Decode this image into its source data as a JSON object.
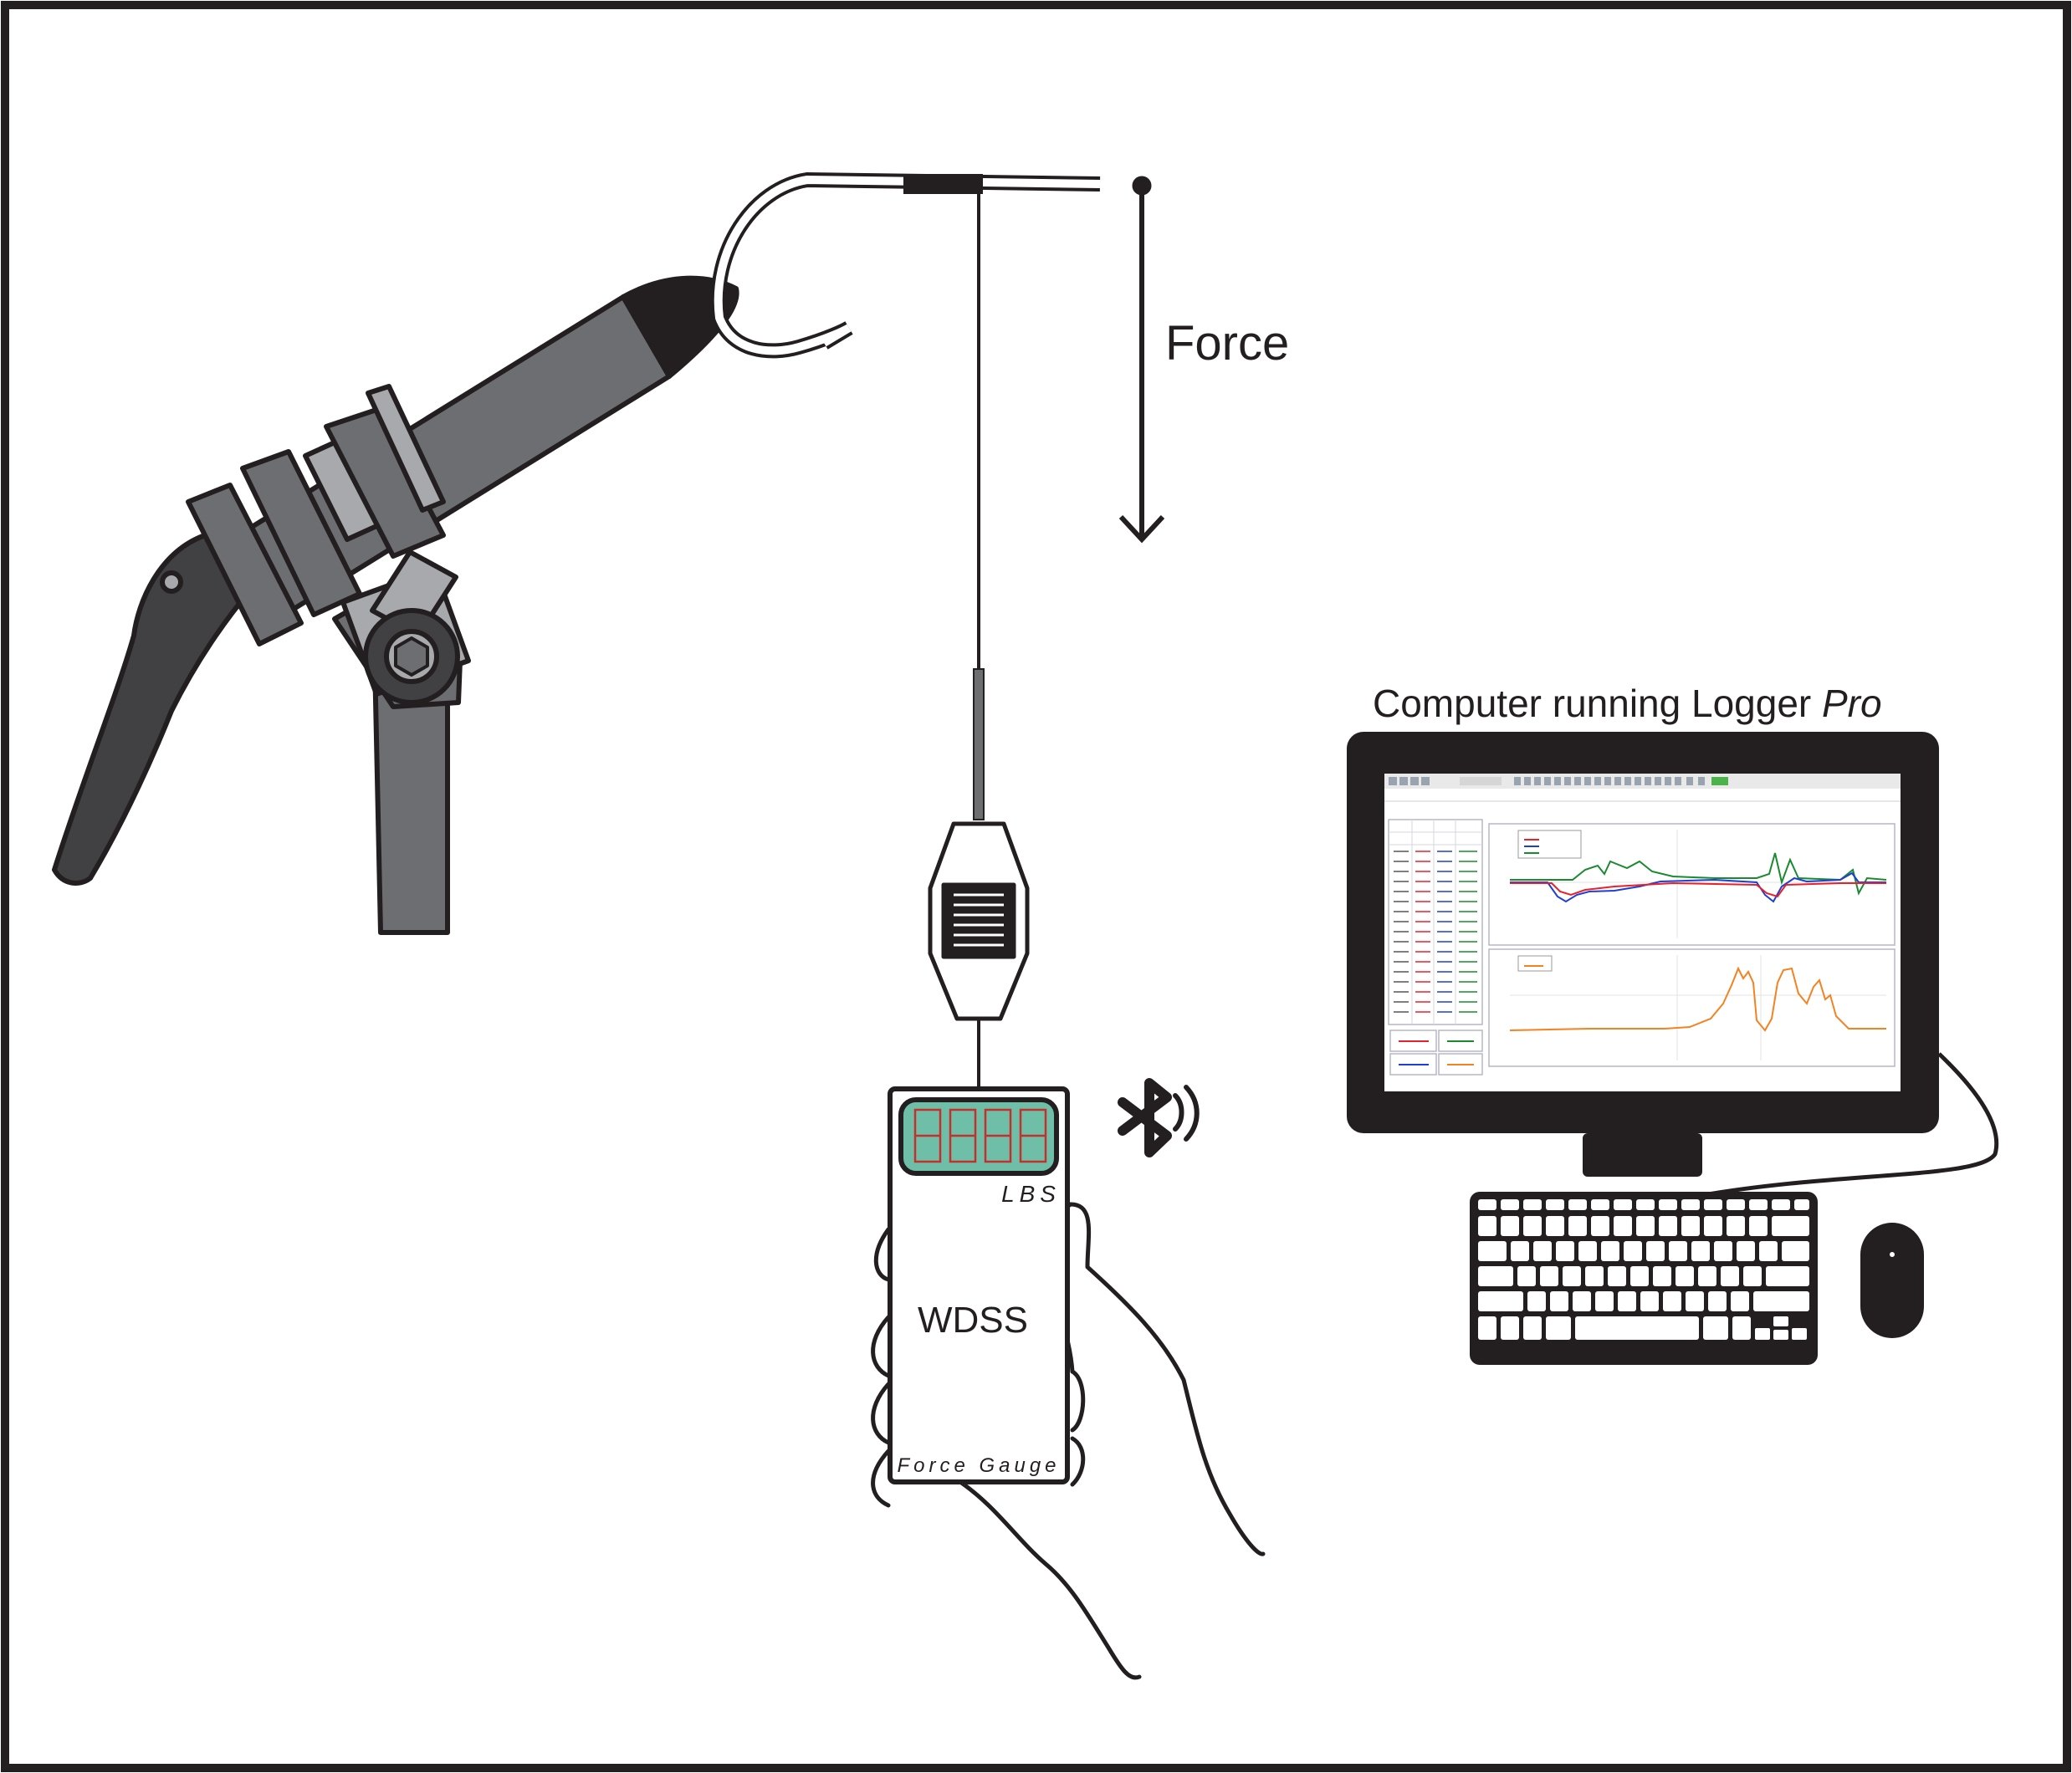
{
  "labels": {
    "force": "Force",
    "computer_prefix": "Computer running Logger ",
    "computer_italic": "Pro",
    "gauge_name": "WDSS",
    "gauge_units": "LBS",
    "gauge_footer": "Force Gauge"
  },
  "colors": {
    "frame": "#231f20",
    "vise_body": "#6d6e71",
    "vise_dark": "#414042",
    "vise_light": "#a7a9ac",
    "lcd": "#6fbfa8",
    "lcd_digits": "#c4312d",
    "plot_red": "#e8212b",
    "plot_blue": "#1e3fd6",
    "plot_green": "#1a8a2e",
    "plot_orange": "#f58220"
  },
  "icons": {
    "vise": "fly-tying-vise-icon",
    "hook": "fish-hook-icon",
    "bluetooth": "bluetooth-icon",
    "hand": "hand-icon",
    "monitor": "monitor-icon",
    "keyboard": "keyboard-icon",
    "mouse": "mouse-icon"
  }
}
